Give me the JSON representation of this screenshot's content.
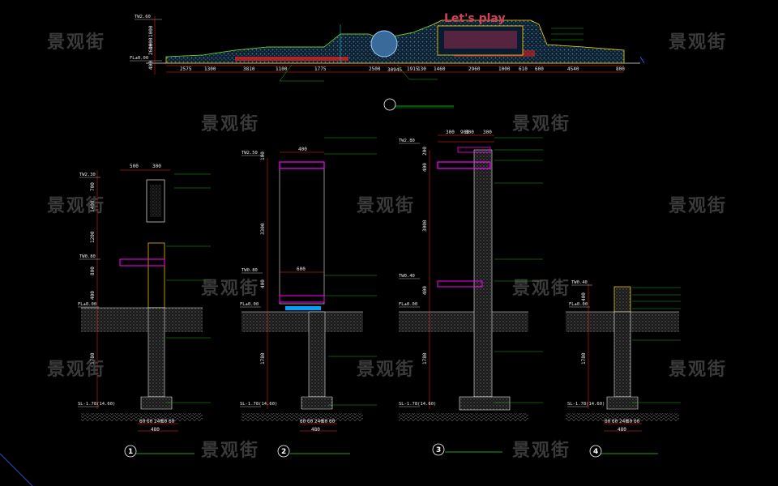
{
  "watermark": "景观街",
  "elevation": {
    "sign_text": "Let's play",
    "levels": {
      "top": "TW2.60",
      "ground": "FL±0.00"
    },
    "dims_vertical": [
      "2600",
      "1000",
      "1000",
      "400"
    ],
    "dims_horizontal": [
      "2575",
      "1300",
      "3810",
      "1100",
      "1775",
      "2500",
      "1915",
      "130",
      "1460",
      "2960",
      "1000",
      "610",
      "600",
      "4540",
      "800"
    ],
    "total": "30945"
  },
  "sections": [
    {
      "num": "1",
      "top_dims": [
        "500",
        "300"
      ],
      "levels": {
        "top": "TW2.30",
        "mid": "TW0.80",
        "ground": "FL±0.00",
        "bottom": "SL-1.78(14.60)"
      },
      "dims_vertical": [
        "700",
        "1400",
        "1200",
        "800",
        "400",
        "1780"
      ],
      "bottom_dims": [
        "60",
        "60",
        "240",
        "60",
        "60"
      ],
      "bottom_total": "480"
    },
    {
      "num": "2",
      "top_dims": [
        "400"
      ],
      "levels": {
        "top": "TW2.50",
        "mid": "TW0.80",
        "ground": "FL±0.00",
        "bottom": "SL-1.78(14.60)"
      },
      "dims_vertical": [
        "100",
        "3300",
        "400",
        "1780"
      ],
      "mid_dim": "600",
      "bottom_dims": [
        "60",
        "60",
        "240",
        "60",
        "60"
      ],
      "bottom_total": "480"
    },
    {
      "num": "3",
      "top_dims": [
        "900",
        "300",
        "300",
        "300"
      ],
      "levels": {
        "top": "TW2.80",
        "mid": "TW0.40",
        "ground": "FL±0.00",
        "bottom": "SL-1.78(14.60)"
      },
      "dims_vertical": [
        "200",
        "400",
        "3000",
        "400",
        "1780"
      ],
      "bottom_dims": [],
      "bottom_total": ""
    },
    {
      "num": "4",
      "top_dims": [],
      "levels": {
        "top": "TW0.40",
        "ground": "FL±0.00",
        "bottom": "SL-1.78(14.60)"
      },
      "dims_vertical": [
        "400",
        "1780"
      ],
      "bottom_dims": [
        "60",
        "60",
        "240",
        "60",
        "60"
      ],
      "bottom_total": "480"
    }
  ],
  "colors": {
    "background": "#000000",
    "line": "#e8e8e8",
    "note": "#22dd22",
    "dimension": "#ff2020",
    "accent_magenta": "#ff00ff",
    "accent_yellow": "#ffd800",
    "accent_cyan": "#00e0ff"
  }
}
